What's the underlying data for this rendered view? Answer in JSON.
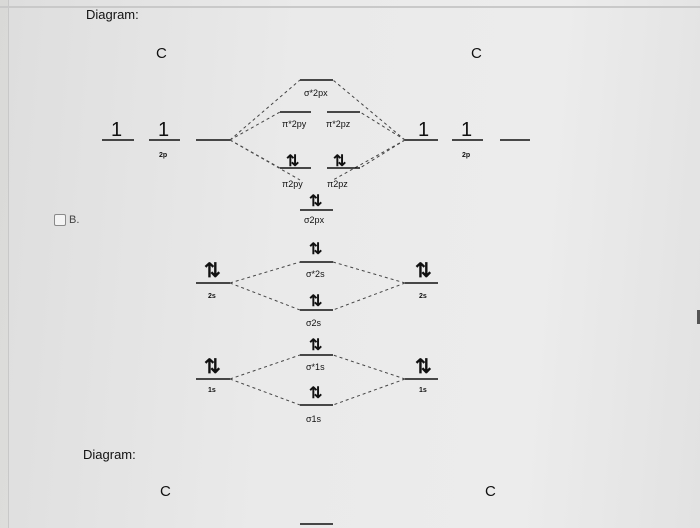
{
  "header": {
    "diagram_label_top": "Diagram:",
    "diagram_label_bottom": "Diagram:"
  },
  "atoms": {
    "left": "C",
    "right": "C"
  },
  "option": {
    "label": "B."
  },
  "atomic_orbitals": {
    "p_label": "2p",
    "s2_label": "2s",
    "s1_label": "1s",
    "p_electron_mark": "1",
    "paired_arrows": "⇅"
  },
  "mo_labels": {
    "sigma2px_star": "σ*2px",
    "pi2py_star": "π*2py",
    "pi2pz_star": "π*2pz",
    "pi2py": "π2py",
    "pi2pz": "π2pz",
    "sigma2px": "σ2px",
    "sigma2s_star": "σ*2s",
    "sigma2s": "σ2s",
    "sigma1s_star": "σ*1s",
    "sigma1s": "σ1s"
  },
  "colors": {
    "line": "#111111",
    "dash": "#444444"
  }
}
